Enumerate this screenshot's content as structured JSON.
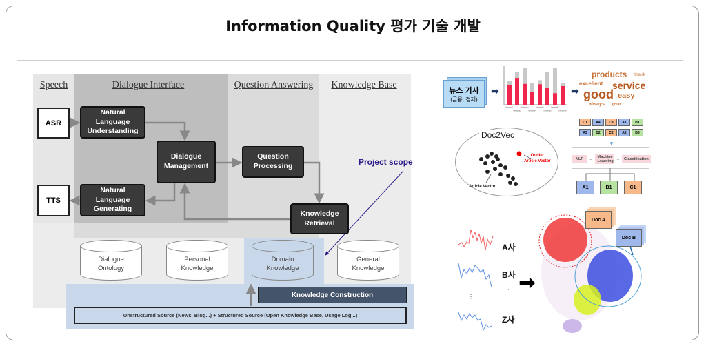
{
  "title": "Information Quality 평가 기술 개발",
  "architecture": {
    "columns": [
      "Speech",
      "Dialogue Interface",
      "Question Answering",
      "Knowledge Base"
    ],
    "speech": {
      "asr": "ASR",
      "tts": "TTS"
    },
    "modules": {
      "nlu": [
        "Natural",
        "Language",
        "Understanding"
      ],
      "nlg": [
        "Natural",
        "Language",
        "Generating"
      ],
      "dm": [
        "Dialogue",
        "Management"
      ],
      "qp": [
        "Question",
        "Processing"
      ],
      "kr": [
        "Knowledge",
        "Retrieval"
      ]
    },
    "project_scope": "Project scope",
    "knowledge_stores": [
      {
        "line1": "Dialogue",
        "line2": "Ontology"
      },
      {
        "line1": "Personal",
        "line2": "Knowledge"
      },
      {
        "line1": "Domain",
        "line2": "Knowledge"
      },
      {
        "line1": "General",
        "line2": "Knowledge"
      }
    ],
    "knowledge_construction": "Knowledge Construction",
    "sources": "Unstructured Source (News, Blog...) + Structured Source (Open Knowledge Base, Usage Log...)"
  },
  "news": {
    "title": "뉴스 기사",
    "subtitle": "(금융, 경제)"
  },
  "keyword_chart": {
    "type": "bar",
    "categories": [
      "Keyword1",
      "Keyword2",
      "Keyword3",
      "Keyword4",
      "Keyword5",
      "Keyword6",
      "Keyword7",
      "Keyword8"
    ],
    "series": [
      {
        "name": "highlight",
        "values": [
          0.53,
          0.72,
          0.56,
          0.34,
          0.55,
          0.46,
          0.31,
          0.5
        ]
      },
      {
        "name": "total",
        "values": [
          0.63,
          0.88,
          1.0,
          0.59,
          0.66,
          0.88,
          1.0,
          0.59
        ]
      }
    ]
  },
  "word_cloud": [
    "products",
    "service",
    "excellent",
    "good",
    "easy",
    "thank",
    "always",
    "great"
  ],
  "doc2vec": {
    "title": "Doc2Vec",
    "outlier": [
      "Outlier",
      "Article Vector"
    ],
    "vector": "Article Vector"
  },
  "classification": {
    "input_cards": [
      "C1",
      "A4",
      "C3",
      "A1",
      "B1",
      "A3",
      "B2",
      "C2",
      "A2",
      "B3"
    ],
    "pipeline": [
      "NLP",
      "Machine Learning",
      "Classification"
    ],
    "outputs": [
      "A1",
      "B1",
      "C1"
    ]
  },
  "companies": [
    "A사",
    "B사",
    "Z사"
  ],
  "docs": [
    "Doc A",
    "Doc B"
  ],
  "colors": {
    "accent_red": "#f0264f",
    "dark_box": "#3a3a3a",
    "kc_box": "#44546a",
    "scope": "#2a1a8a",
    "blue_region": "#c9d7ea"
  }
}
